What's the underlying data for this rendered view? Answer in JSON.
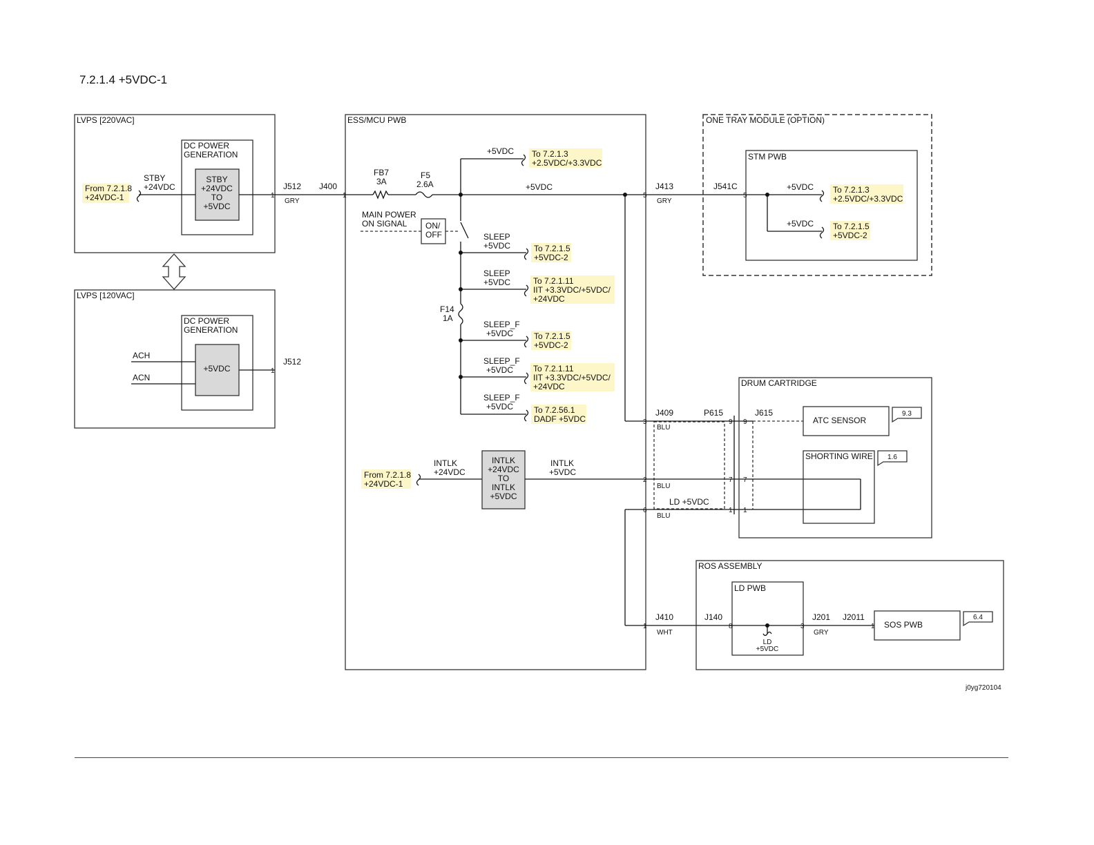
{
  "title": "7.2.1.4 +5VDC-1",
  "figure_id": "j0yg720104",
  "lvps220": {
    "label": "LVPS [220VAC]",
    "dc_power": "DC POWER",
    "generation": "GENERATION",
    "conv": [
      "STBY",
      "+24VDC",
      "TO",
      "+5VDC"
    ],
    "from_ref": [
      "From 7.2.1.8",
      "+24VDC-1"
    ],
    "stby_label": [
      "STBY",
      "+24VDC"
    ],
    "connector": "J512",
    "pin": "1",
    "wire_color": "GRY"
  },
  "lvps120": {
    "label": "LVPS [120VAC]",
    "dc_power": "DC POWER",
    "generation": "GENERATION",
    "conv": "+5VDC",
    "ach": "ACH",
    "acn": "ACN",
    "connector": "J512",
    "pin": "1"
  },
  "ess": {
    "label": "ESS/MCU PWB",
    "j400": "J400",
    "pin_in": "1",
    "fb7": [
      "FB7",
      "3A"
    ],
    "f5": [
      "F5",
      "2.6A"
    ],
    "f14": [
      "F14",
      "1A"
    ],
    "bus_label": "+5VDC",
    "top_branch": {
      "label": "+5VDC",
      "ref": [
        "To 7.2.1.3",
        "+2.5VDC/+3.3VDC"
      ]
    },
    "main_power": [
      "MAIN POWER",
      "ON SIGNAL"
    ],
    "onoff": [
      "ON/",
      "OFF"
    ],
    "branches": [
      {
        "label": [
          "SLEEP",
          "+5VDC"
        ],
        "ref": [
          "To 7.2.1.5",
          "+5VDC-2"
        ]
      },
      {
        "label": [
          "SLEEP",
          "+5VDC"
        ],
        "ref": [
          "To 7.2.1.11",
          "IIT +3.3VDC/+5VDC/",
          "+24VDC"
        ]
      },
      {
        "label": [
          "SLEEP_F",
          "+5VDC"
        ],
        "ref": [
          "To 7.2.1.5",
          "+5VDC-2"
        ]
      },
      {
        "label": [
          "SLEEP_F",
          "+5VDC"
        ],
        "ref": [
          "To 7.2.1.11",
          "IIT +3.3VDC/+5VDC/",
          "+24VDC"
        ]
      },
      {
        "label": [
          "SLEEP_F",
          "+5VDC"
        ],
        "ref": [
          "To 7.2.56.1",
          "DADF +5VDC"
        ]
      }
    ],
    "intlk_from": [
      "From 7.2.1.8",
      "+24VDC-1"
    ],
    "intlk_in": [
      "INTLK",
      "+24VDC"
    ],
    "intlk_conv": [
      "INTLK",
      "+24VDC",
      "TO",
      "INTLK",
      "+5VDC"
    ],
    "intlk_out": [
      "INTLK",
      "+5VDC"
    ],
    "j413": "J413",
    "j413_pin": "5",
    "j413_color": "GRY",
    "j409": "J409",
    "j409_pins": [
      "3",
      "2",
      "6"
    ],
    "j409_color": "BLU",
    "ld5v": "LD +5VDC",
    "j410": "J410",
    "j410_pin": "1",
    "j410_color": "WHT"
  },
  "tray": {
    "label": "ONE TRAY MODULE (OPTION)",
    "stm": "STM PWB",
    "j541c": "J541C",
    "pin": "5",
    "b1": {
      "label": "+5VDC",
      "ref": [
        "To 7.2.1.3",
        "+2.5VDC/+3.3VDC"
      ]
    },
    "b2": {
      "label": "+5VDC",
      "ref": [
        "To 7.2.1.5",
        "+5VDC-2"
      ]
    }
  },
  "drum": {
    "label": "DRUM CARTRIDGE",
    "p615": "P615",
    "j615": "J615",
    "pins": [
      "9",
      "7",
      "1"
    ],
    "atc": "ATC SENSOR",
    "atc_ref": "9.3",
    "shorting": "SHORTING WIRE",
    "shorting_ref": "1.6"
  },
  "ros": {
    "label": "ROS ASSEMBLY",
    "ld_pwb": "LD PWB",
    "j140": "J140",
    "j140_pin": "8",
    "ld": [
      "LD",
      "+5VDC"
    ],
    "j201": "J201",
    "j201_pin": "3",
    "j201_color": "GRY",
    "j2011": "J2011",
    "j2011_pin": "1",
    "sos": "SOS PWB",
    "sos_ref": "6.4"
  }
}
